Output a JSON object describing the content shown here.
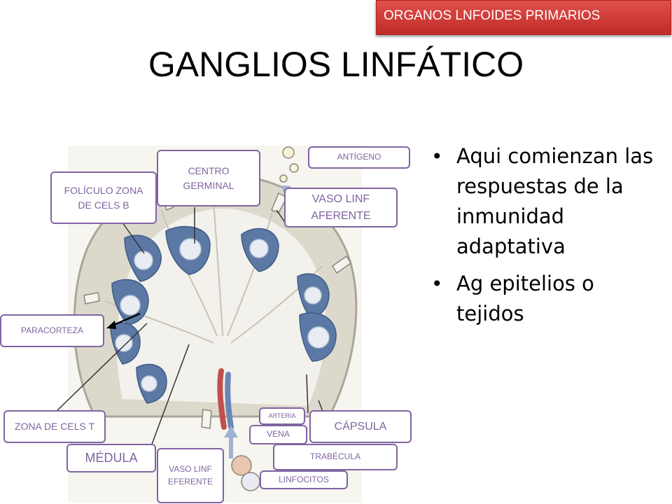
{
  "badge": "ORGANOS LNFOIDES PRIMARIOS",
  "title": "GANGLIOS LINFÁTICO",
  "bullets": [
    "Aqui comienzan las respuestas de la inmunidad adaptativa",
    "Ag epitelios o tejidos"
  ],
  "labels": {
    "antigeno": "ANTÍGENO",
    "centro_germinal": "CENTRO\nGERMINAL",
    "foliculo": "FOLÍCULO ZONA\nDE CELS B",
    "vaso_aferente": "VASO LINF\nAFERENTE",
    "paracorteza": "PARACORTEZA",
    "zona_t": "ZONA DE CELS T",
    "medula": "MÉDULA",
    "vaso_eferente": "VASO LINF\nEFERENTE",
    "arteria": "ARTERIA",
    "vena": "VENA",
    "capsula": "CÁPSULA",
    "trabecula": "TRABÉCULA",
    "linfocitos": "LINFOCITOS"
  },
  "colors": {
    "label_border": "#8064a2",
    "follicle": "#5c79a6",
    "node_fill": "#dfdcd0",
    "badge": "#c9302c"
  }
}
